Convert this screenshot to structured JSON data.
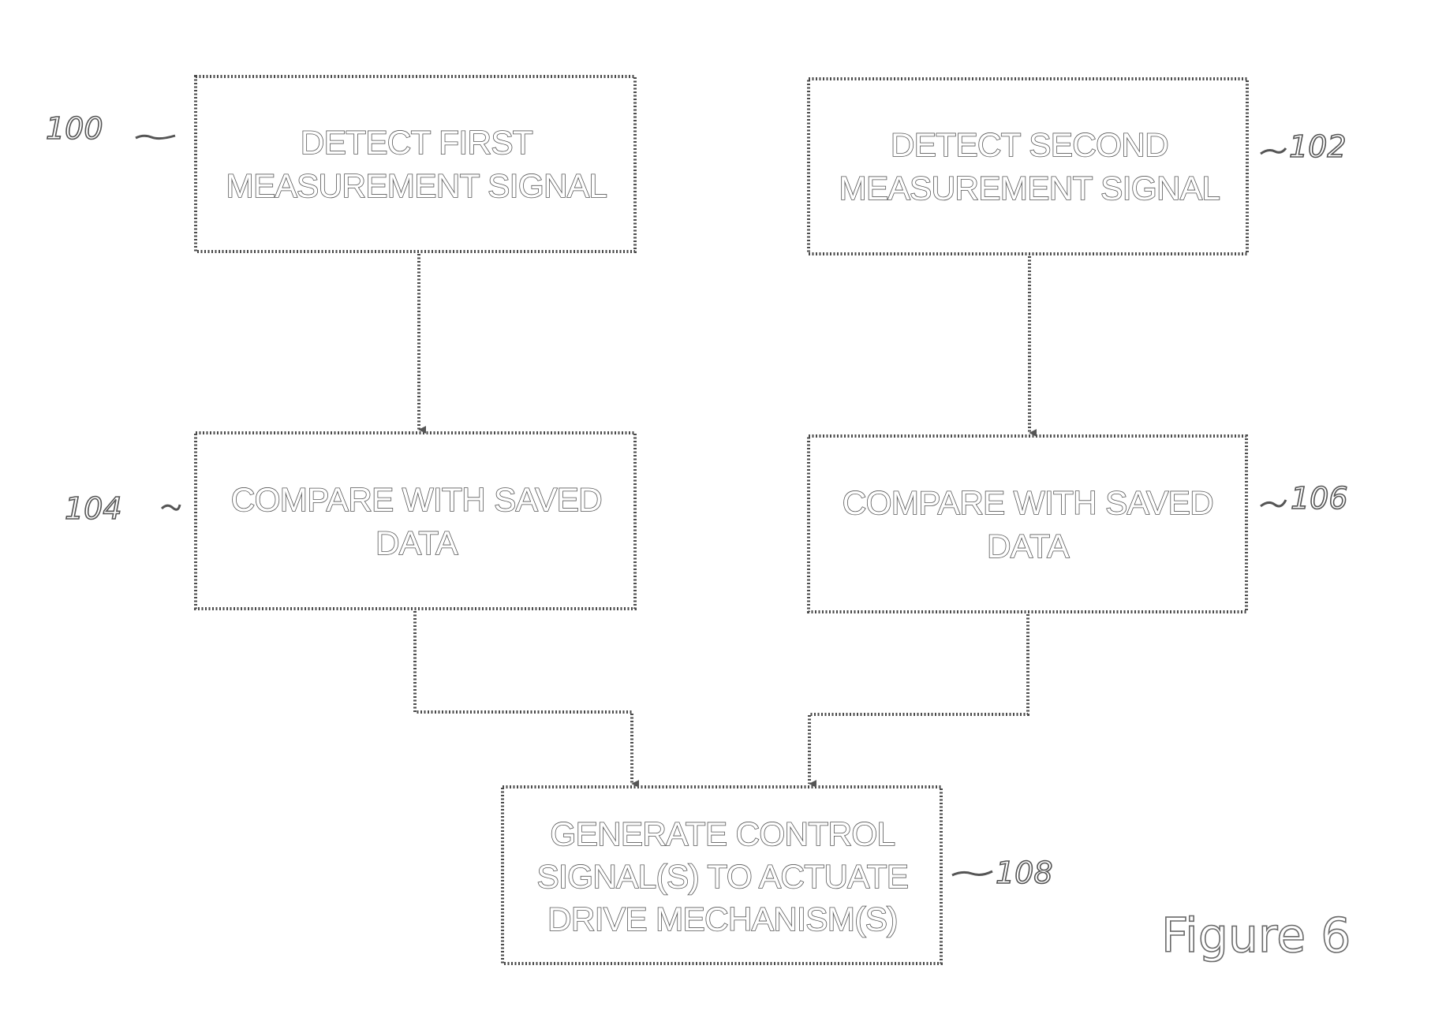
{
  "steps": {
    "s100": {
      "line1": "DETECT FIRST",
      "line2": "MEASUREMENT SIGNAL",
      "ref": "100"
    },
    "s102": {
      "line1": "DETECT SECOND",
      "line2": "MEASUREMENT SIGNAL",
      "ref": "102"
    },
    "s104": {
      "line1": "COMPARE WITH SAVED",
      "line2": "DATA",
      "ref": "104"
    },
    "s106": {
      "line1": "COMPARE WITH SAVED",
      "line2": "DATA",
      "ref": "106"
    },
    "s108": {
      "line1": "GENERATE CONTROL",
      "line2": "SIGNAL(S) TO ACTUATE",
      "line3": "DRIVE MECHANISM(S)",
      "ref": "108"
    }
  },
  "figure_label": "Figure 6"
}
